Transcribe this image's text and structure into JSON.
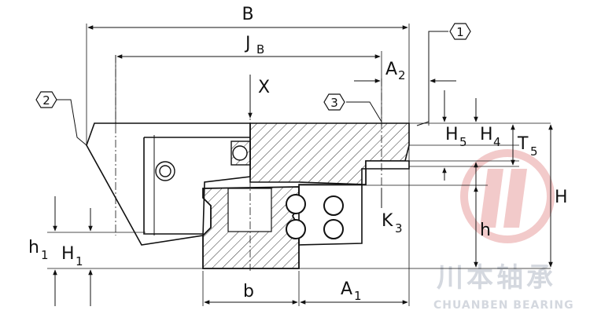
{
  "dimensions": {
    "B": "B",
    "JB_main": "J",
    "JB_sub": "B",
    "A2_main": "A",
    "A2_sub": "2",
    "X": "X",
    "H5_main": "H",
    "H5_sub": "5",
    "H4_main": "H",
    "H4_sub": "4",
    "T5_main": "T",
    "T5_sub": "5",
    "H": "H",
    "h": "h",
    "K3_main": "K",
    "K3_sub": "3",
    "h1_main": "h",
    "h1_sub": "1",
    "H1_main": "H",
    "H1_sub": "1",
    "b": "b",
    "A1_main": "A",
    "A1_sub": "1"
  },
  "callouts": [
    "1",
    "2",
    "3"
  ],
  "watermark": {
    "chinese": "川本轴承",
    "english": "CHUANBEN BEARING",
    "accent": "#e8a0a0",
    "gray": "#d4d8df"
  },
  "colors": {
    "line": "#111111",
    "hatch": "#333333"
  }
}
